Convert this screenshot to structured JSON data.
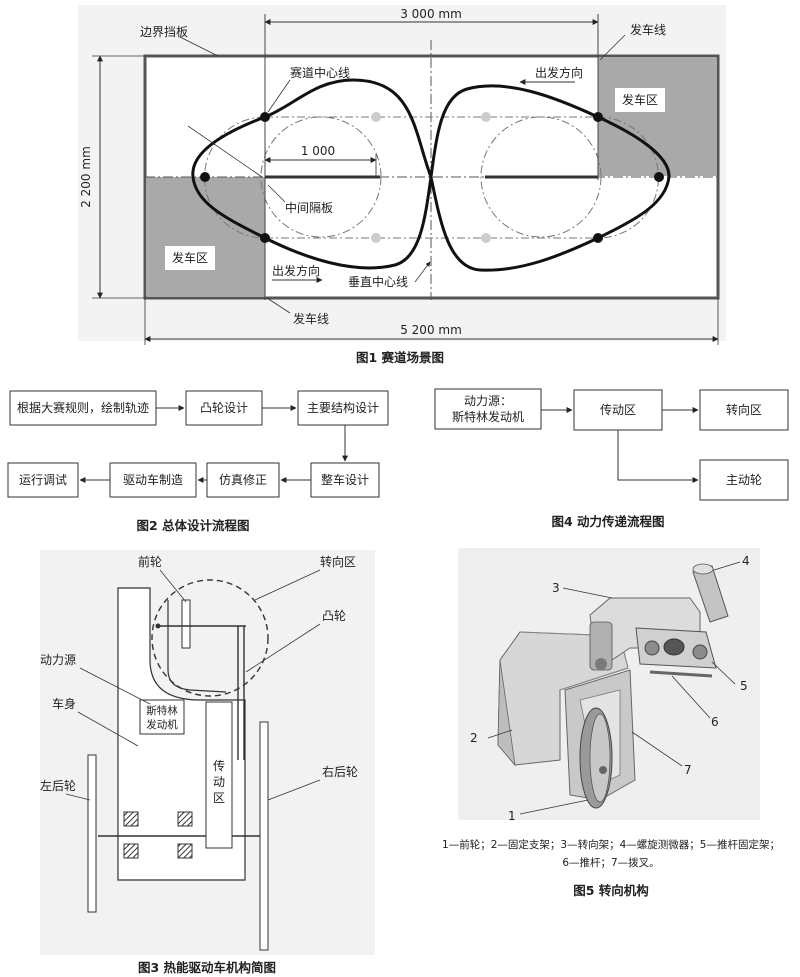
{
  "fig1": {
    "caption": "图1   赛道场景图",
    "dim_top": "3 000 mm",
    "dim_left": "2 200 mm",
    "dim_bottom": "5 200 mm",
    "dim_inner": "1 000",
    "label_boundary": "边界挡板",
    "label_centerline": "赛道中心线",
    "label_departure_dir_top": "出发方向",
    "label_start_line_top": "发车线",
    "label_start_area_right": "发车区",
    "label_start_area_left": "发车区",
    "label_middle_board": "中间隔板",
    "label_departure_dir_bottom": "出发方向",
    "label_vertical_center": "垂直中心线",
    "label_start_line_bottom": "发车线"
  },
  "fig2": {
    "caption": "图2   总体设计流程图",
    "boxes": [
      "根据大赛规则，绘制轨迹",
      "凸轮设计",
      "主要结构设计",
      "整车设计",
      "仿真修正",
      "驱动车制造",
      "运行调试"
    ]
  },
  "fig4": {
    "caption": "图4   动力传递流程图",
    "box_power_line1": "动力源：",
    "box_power_line2": "斯特林发动机",
    "box_transmission": "传动区",
    "box_steering": "转向区",
    "box_drive_wheel": "主动轮"
  },
  "fig3": {
    "caption": "图3   热能驱动车机构简图",
    "label_front_wheel": "前轮",
    "label_steering_area": "转向区",
    "label_cam": "凸轮",
    "label_power_source": "动力源",
    "label_body": "车身",
    "label_engine_line1": "斯特林",
    "label_engine_line2": "发动机",
    "label_trans_1": "传",
    "label_trans_2": "动",
    "label_trans_3": "区",
    "label_left_rear": "左后轮",
    "label_right_rear": "右后轮"
  },
  "fig5": {
    "caption": "图5   转向机构",
    "callouts": [
      "1",
      "2",
      "3",
      "4",
      "5",
      "6",
      "7"
    ],
    "legend_line1": "1—前轮；2—固定支架；3—转向架；4—螺旋测微器；5—推杆固定架；",
    "legend_line2": "6—推杆；7—拨叉。"
  }
}
